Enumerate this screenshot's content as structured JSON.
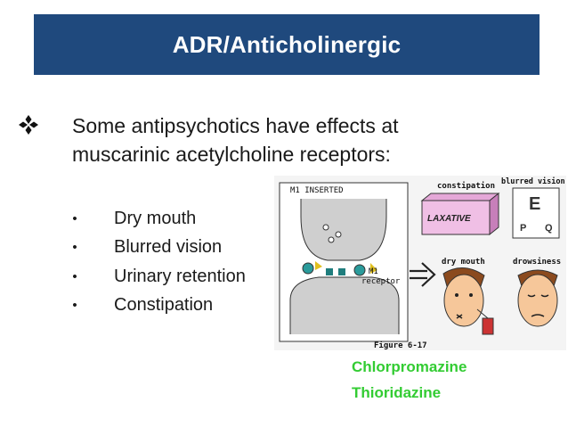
{
  "slide": {
    "title": "ADR/Anticholinergic",
    "intro": "Some antipsychotics have effects at muscarinic acetylcholine receptors:",
    "bullet_icon": "four-diamond-bullet-icon",
    "effects": [
      "Dry mouth",
      "Blurred vision",
      "Urinary retention",
      "Constipation"
    ],
    "drugs": [
      "Chlorpromazine",
      "Thioridazine"
    ],
    "colors": {
      "title_bg": "#1f497d",
      "title_text": "#ffffff",
      "drug_text": "#33cc33"
    }
  },
  "figure": {
    "m1_inserted": "M1 INSERTED",
    "receptor_label_1": "M1",
    "receptor_label_2": "receptor",
    "constipation": "constipation",
    "laxative": "LAXATIVE",
    "blurred_vision": "blurred vision",
    "eye_chart_big": "E",
    "eye_chart_small_1": "P",
    "eye_chart_small_2": "Q",
    "dry_mouth": "dry mouth",
    "drowsiness": "drowsiness",
    "caption": "Figure 6-17"
  }
}
